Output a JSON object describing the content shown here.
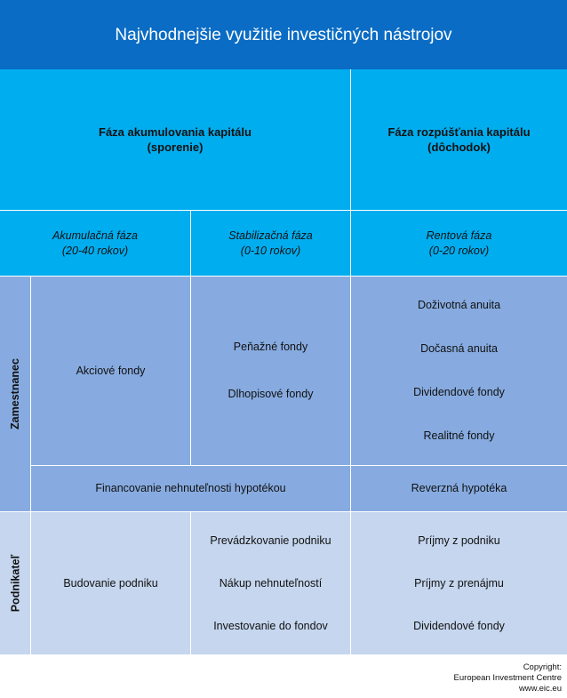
{
  "title": "Najvhodnejšie využitie investičných nástrojov",
  "phases": {
    "accumulation": {
      "line1": "Fáza akumulovania kapitálu",
      "line2": "(sporenie)"
    },
    "decumulation": {
      "line1": "Fáza rozpúšťania kapitálu",
      "line2": "(dôchodok)"
    }
  },
  "subphases": [
    {
      "line1": "Akumulačná fáza",
      "line2": "(20-40 rokov)"
    },
    {
      "line1": "Stabilizačná fáza",
      "line2": "(0-10 rokov)"
    },
    {
      "line1": "Rentová fáza",
      "line2": "(0-20 rokov)"
    }
  ],
  "employee": {
    "label": "Zamestnanec",
    "accumulation": [
      "Akciové fondy"
    ],
    "stabilization": [
      "Peňažné fondy",
      "Dlhopisové fondy"
    ],
    "rent": [
      "Doživotná anuita",
      "Dočasná anuita",
      "Dividendové fondy",
      "Realitné fondy"
    ],
    "financing": "Financovanie nehnuteľnosti hypotékou",
    "reverse": "Reverzná hypotéka"
  },
  "entrepreneur": {
    "label": "Podnikateľ",
    "accumulation": [
      "Budovanie podniku"
    ],
    "stabilization": [
      "Prevádzkovanie podniku",
      "Nákup nehnuteľností",
      "Investovanie do fondov"
    ],
    "rent": [
      "Príjmy z podniku",
      "Príjmy z prenájmu",
      "Dividendové fondy"
    ]
  },
  "copyright": {
    "line1": "Copyright:",
    "line2": "European Investment Centre",
    "line3": "www.eic.eu"
  },
  "colors": {
    "title_bg": "#0a6cc4",
    "header_bg": "#00adef",
    "employee_bg": "#87abe0",
    "entrepreneur_bg": "#c5d6ee"
  }
}
